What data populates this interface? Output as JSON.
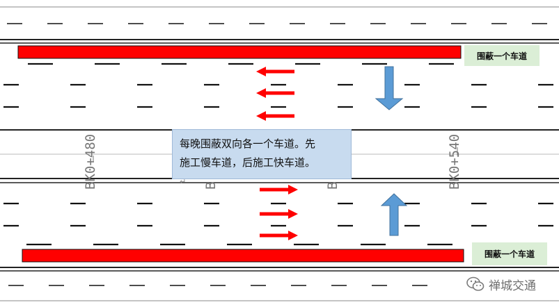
{
  "labels": {
    "top_closure": "围蔽一个车道",
    "bottom_closure": "围蔽一个车道"
  },
  "callout": {
    "line1": "每晚围蔽双向各一个车道。先",
    "line2": "施工慢车道，后施工快车道。"
  },
  "stations": {
    "left": "BK0+480",
    "right": "BK0+540",
    "partial_1": "B",
    "partial_2": "B"
  },
  "watermark": {
    "text": "禅城交通",
    "icon": "wechat-icon"
  },
  "colors": {
    "closure_bar": "#ff0000",
    "traffic_arrow": "#ff0000",
    "direction_arrow": "#5b9bd5",
    "label_bg": "#dbeed6",
    "callout_bg": "#c8dbef"
  }
}
